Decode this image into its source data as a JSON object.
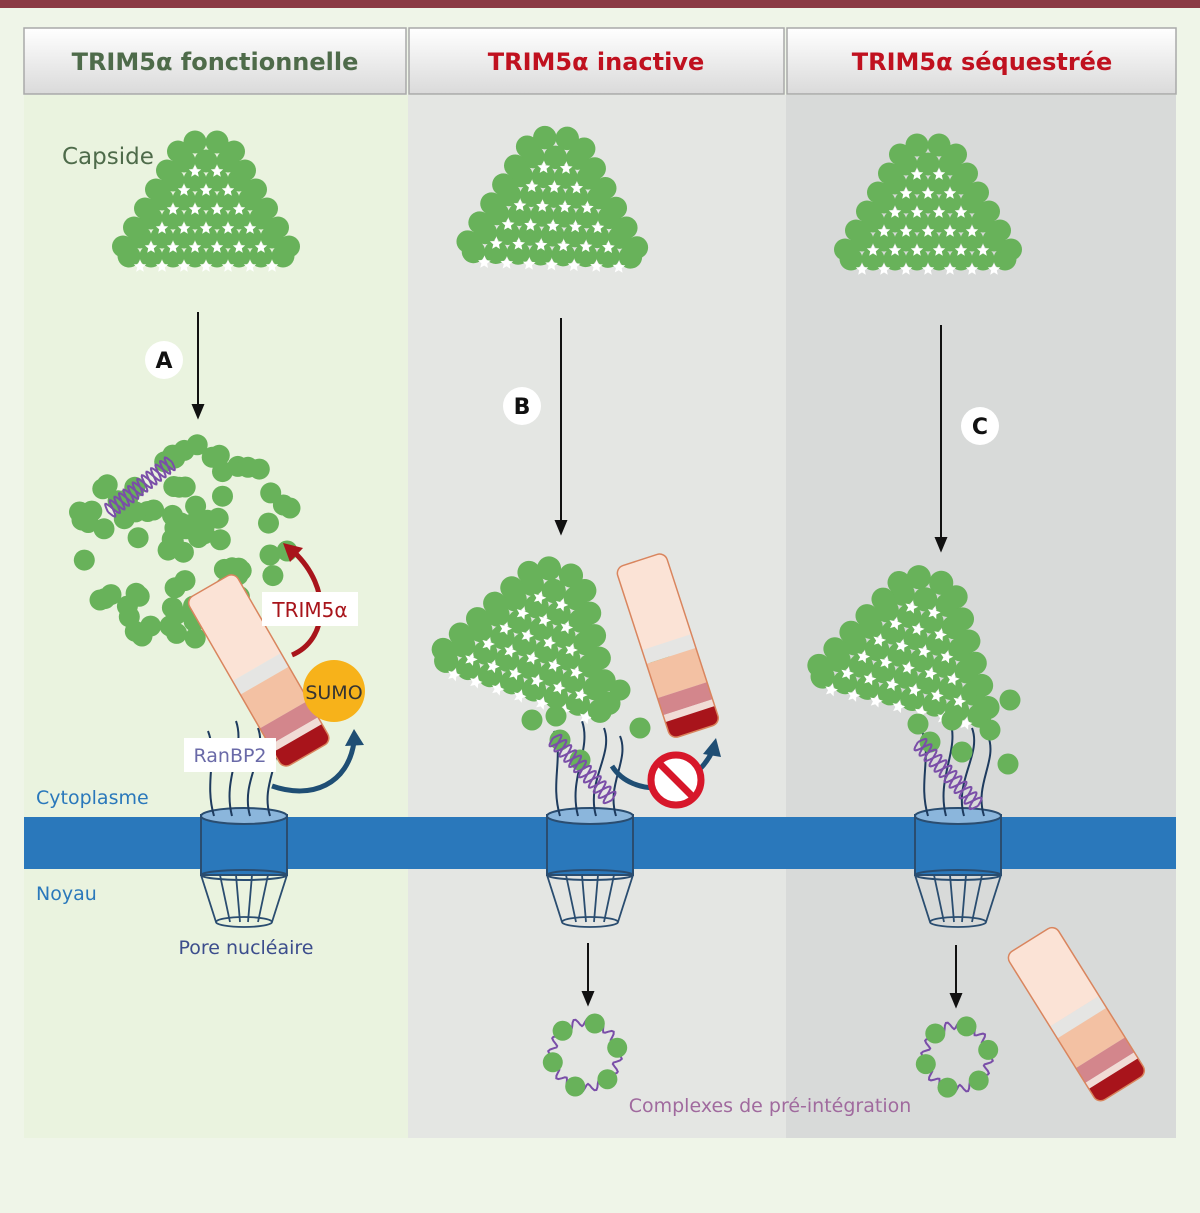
{
  "headers": [
    {
      "label": "TRIM5α fonctionnelle",
      "color": "#4e6b4a"
    },
    {
      "label": "TRIM5α inactive",
      "color": "#c0111f"
    },
    {
      "label": "TRIM5α séquestrée",
      "color": "#c0111f"
    }
  ],
  "labels": {
    "capside": "Capside",
    "trim5a": "TRIM5α",
    "sumo": "SUMO",
    "ranbp2": "RanBP2",
    "cytoplasme": "Cytoplasme",
    "noyau": "Noyau",
    "pore": "Pore nucléaire",
    "complexes": "Complexes de pré-intégration"
  },
  "steps": [
    "A",
    "B",
    "C"
  ],
  "colors": {
    "capsid_green": "#68b25a",
    "membrane_blue": "#2a78bb",
    "pore_stroke": "#2a4d70",
    "rna_purple": "#7a4ea8",
    "trim_red": "#a8141b",
    "sumo_yellow": "#f7b21a",
    "top_bar": "#8b3a44"
  },
  "icons": [
    "capsid-cone-icon",
    "nuclear-pore-icon",
    "trim5-protein-icon",
    "prohibited-icon",
    "rna-helix-icon"
  ]
}
